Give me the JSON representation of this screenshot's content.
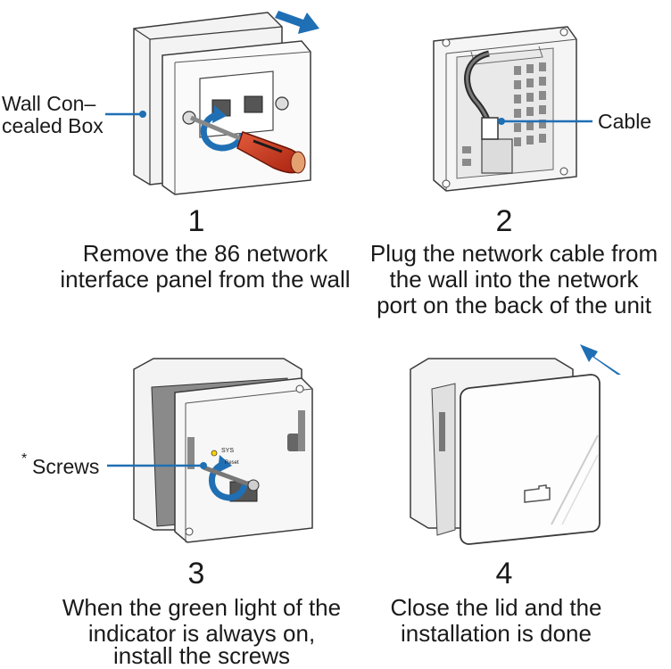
{
  "steps": [
    {
      "number": "1",
      "caption_lines": [
        "Remove the 86 network",
        "interface panel from the wall"
      ],
      "callout": [
        "Wall Con–",
        "cealed Box"
      ]
    },
    {
      "number": "2",
      "caption_lines": [
        "Plug the network cable from",
        "the wall into the network",
        "port on the back of the unit"
      ],
      "callout": [
        "Cable"
      ]
    },
    {
      "number": "3",
      "caption_lines": [
        "When the green light of the",
        "indicator is always on,",
        "install the screws"
      ],
      "callout": [
        "*",
        "Screws"
      ],
      "panel_text": [
        "SYS",
        "Reset"
      ]
    },
    {
      "number": "4",
      "caption_lines": [
        "Close the lid and the",
        "installation is done"
      ]
    }
  ],
  "colors": {
    "accent": "#1f6fb4",
    "handle": "#c8321e",
    "line": "#3a3a3a"
  }
}
